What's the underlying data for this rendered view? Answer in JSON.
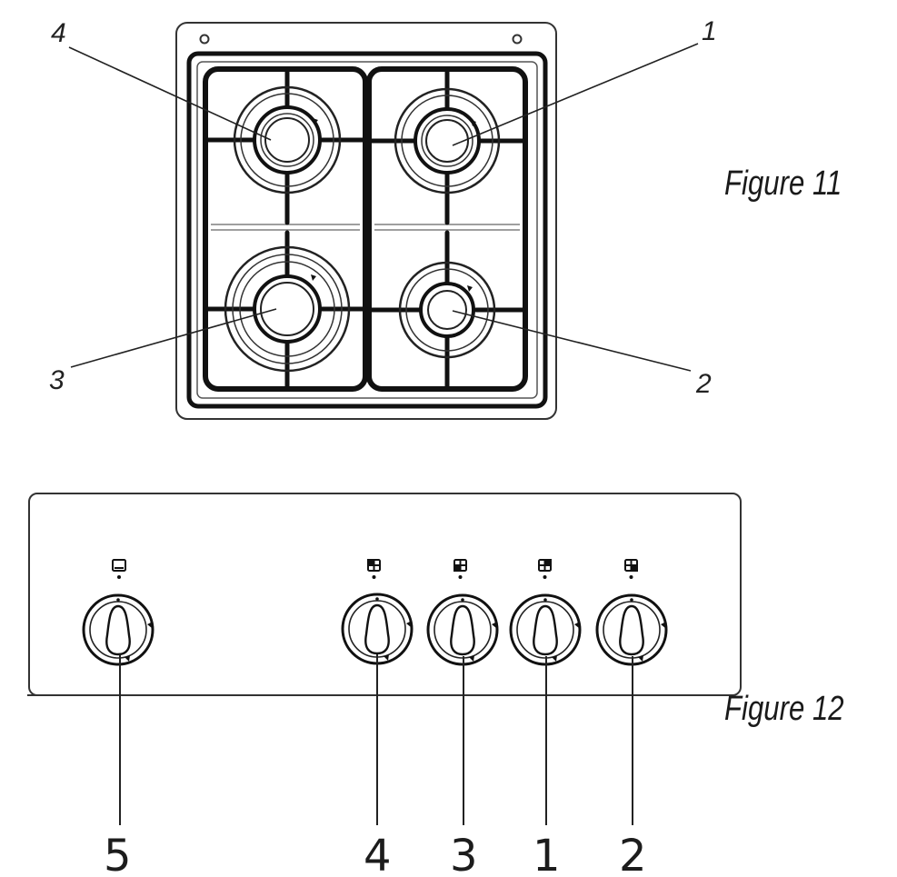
{
  "figure11": {
    "caption": "Figure 11",
    "callouts": [
      {
        "id": "burner-4",
        "label": "4"
      },
      {
        "id": "burner-1",
        "label": "1"
      },
      {
        "id": "burner-3",
        "label": "3"
      },
      {
        "id": "burner-2",
        "label": "2"
      }
    ]
  },
  "figure12": {
    "caption": "Figure 12",
    "knobs": [
      {
        "id": "oven",
        "label": "5",
        "icon": "oven-icon"
      },
      {
        "id": "burner-4",
        "label": "4",
        "icon": "burner-position-icon"
      },
      {
        "id": "burner-3",
        "label": "3",
        "icon": "burner-position-icon"
      },
      {
        "id": "burner-1",
        "label": "1",
        "icon": "burner-position-icon"
      },
      {
        "id": "burner-2",
        "label": "2",
        "icon": "burner-position-icon"
      }
    ]
  },
  "colors": {
    "line": "#222222",
    "background": "#ffffff"
  }
}
